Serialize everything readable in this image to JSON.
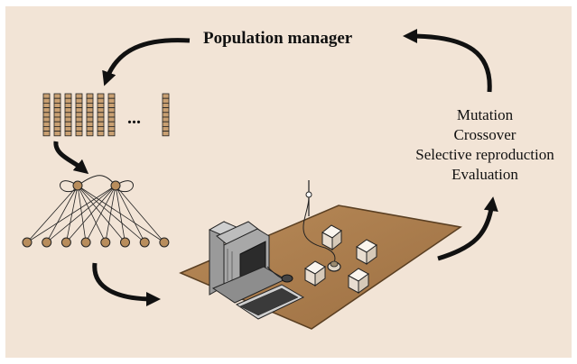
{
  "diagram": {
    "title": "Population manager",
    "ellipsis": "...",
    "operations": [
      "Mutation",
      "Crossover",
      "Selective reproduction",
      "Evaluation"
    ],
    "colors": {
      "background": "#f2e4d6",
      "gene": "#c9a072",
      "neuron": "#b88d5c",
      "arena": "#a87a4a",
      "arrow": "#111111"
    },
    "icons": [
      "chromosome-population",
      "neural-network",
      "robot-arena",
      "computer-workstation"
    ]
  }
}
